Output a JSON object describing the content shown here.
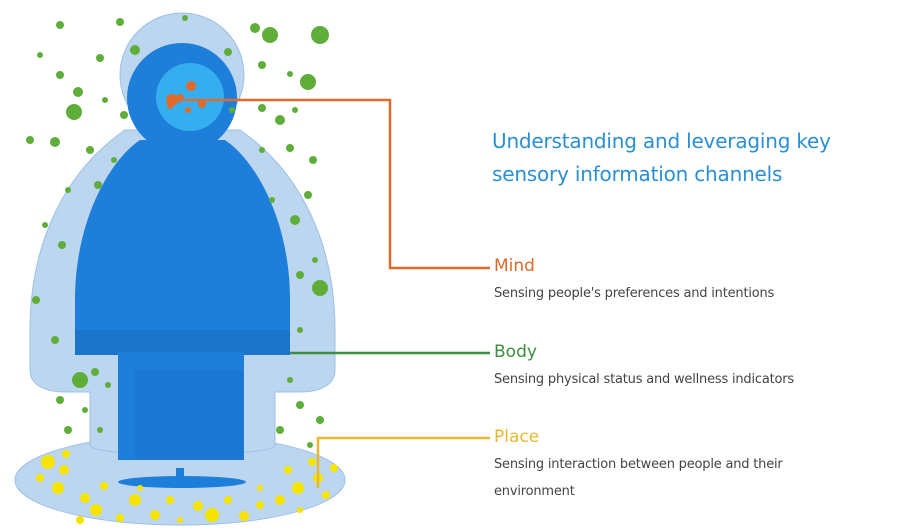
{
  "title_lines": [
    "Understanding and leveraging key",
    "sensory information channels"
  ],
  "channels": [
    {
      "label": "Mind",
      "description_lines": [
        "Sensing people's preferences and intentions"
      ],
      "color": "#e06a2b"
    },
    {
      "label": "Body",
      "description_lines": [
        "Sensing physical status and wellness indicators"
      ],
      "color": "#3c8f3c"
    },
    {
      "label": "Place",
      "description_lines": [
        "Sensing interaction between people and their",
        "environment"
      ],
      "color": "#e8b830"
    }
  ],
  "colors": {
    "halo": "#bcd6f0",
    "halo_edge": "#9cc0e6",
    "body": "#1e7fdb",
    "body_dark": "#166fc6",
    "head_core": "#35aef0",
    "title": "#2a8fd4",
    "dots_green": "#5fae3a",
    "dots_yellow": "#f4e400"
  }
}
